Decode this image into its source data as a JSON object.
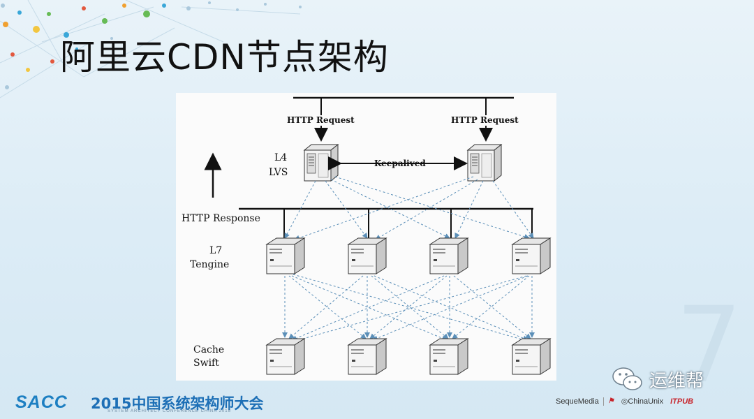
{
  "title": "阿里云CDN节点架构",
  "diagram": {
    "http_request_left": "HTTP Request",
    "http_request_right": "HTTP Request",
    "keepalived": "Keepalived",
    "l4": "L4",
    "lvs": "LVS",
    "http_response": "HTTP Response",
    "l7": "L7",
    "tengine": "Tengine",
    "cache": "Cache",
    "swift": "Swift"
  },
  "watermark": {
    "number": "7",
    "wechat_name": "运维帮"
  },
  "footer": {
    "logo": "SACC",
    "conference": "2015中国系统架构师大会",
    "conference_sub": "SYSTEM ARCHITECT CONFERENCE CHINA 2015",
    "sponsors": [
      "SequeMedia",
      "ChinaUnix",
      "ITPUB"
    ]
  },
  "colors": {
    "accent_blue": "#1d7fc2",
    "dashed_link": "#5b8fb8"
  }
}
